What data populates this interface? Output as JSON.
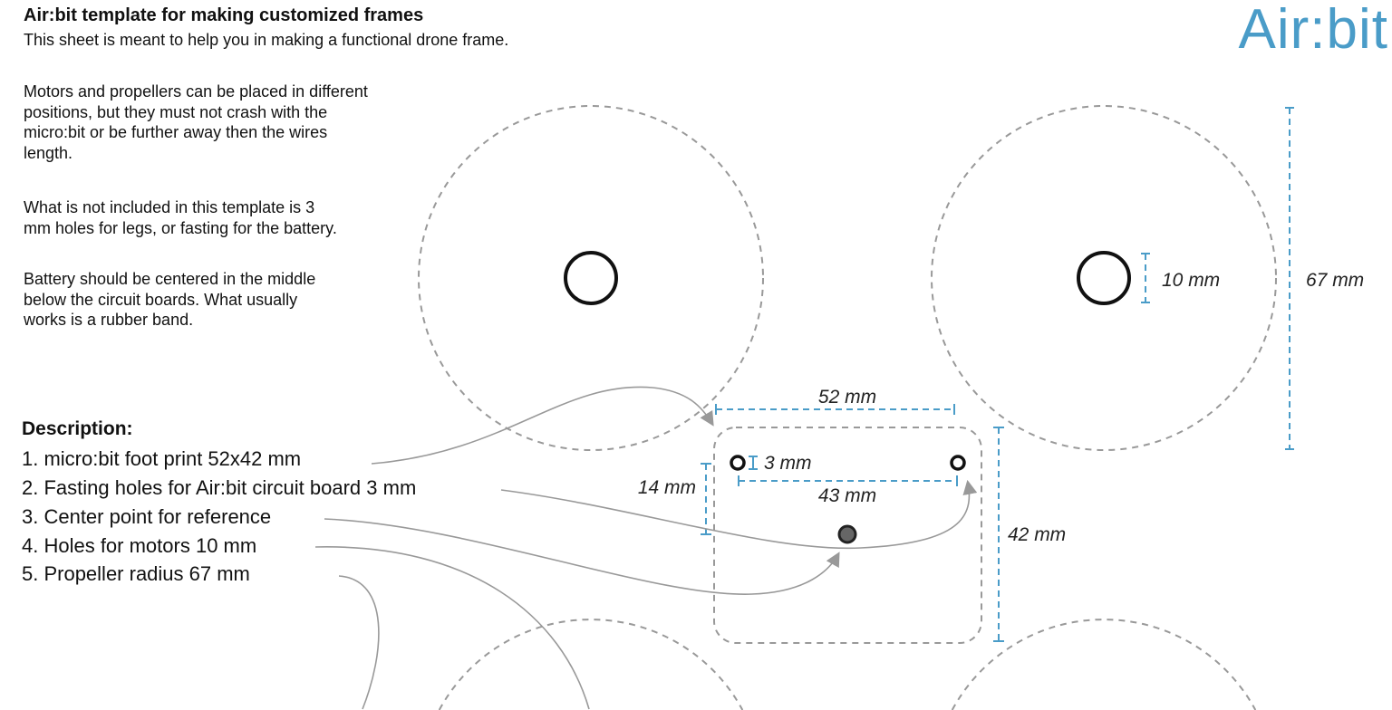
{
  "header": {
    "title": "Air:bit template for making customized frames",
    "subtitle": "This sheet is meant to help you in making a functional drone frame.",
    "logo": "Air:bit"
  },
  "paragraphs": [
    "Motors and propellers can be placed in different\npositions, but they must not crash with the\nmicro:bit or be further away then the wires\nlength.",
    "What is not included in this template is 3\nmm holes for legs, or fasting for the battery.",
    "Battery should be centered in the middle\nbelow the circuit boards. What usually\nworks is a rubber band."
  ],
  "description": {
    "heading": "Description:",
    "items": [
      "1. micro:bit foot print 52x42 mm",
      "2. Fasting holes for Air:bit circuit board 3 mm",
      "3. Center point for reference",
      "4. Holes for motors 10 mm",
      "5. Propeller radius 67 mm"
    ]
  },
  "dimensions": {
    "width": "52 mm",
    "height": "42 mm",
    "hole_spacing": "43 mm",
    "hole_offset": "14 mm",
    "hole_size": "3 mm",
    "motor_hole": "10 mm",
    "propeller": "67 mm"
  },
  "colors": {
    "accent": "#4a9cc8",
    "guide": "#999999",
    "dimension": "#4a9cc8"
  }
}
